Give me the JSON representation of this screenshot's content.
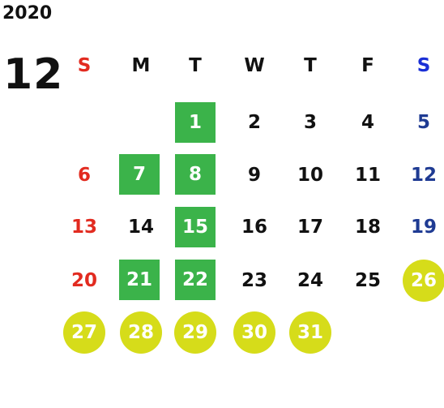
{
  "year": "2020",
  "month": "12",
  "weekdays": [
    "S",
    "M",
    "T",
    "W",
    "T",
    "F",
    "S"
  ],
  "colors": {
    "sunday": "#e22b20",
    "saturday_header": "#1a2fd6",
    "saturday_day": "#1f3b93",
    "highlight_green": "#3bb34a",
    "highlight_yellow": "#d6dc1a"
  },
  "days": {
    "d1": "1",
    "d2": "2",
    "d3": "3",
    "d4": "4",
    "d5": "5",
    "d6": "6",
    "d7": "7",
    "d8": "8",
    "d9": "9",
    "d10": "10",
    "d11": "11",
    "d12": "12",
    "d13": "13",
    "d14": "14",
    "d15": "15",
    "d16": "16",
    "d17": "17",
    "d18": "18",
    "d19": "19",
    "d20": "20",
    "d21": "21",
    "d22": "22",
    "d23": "23",
    "d24": "24",
    "d25": "25",
    "d26": "26",
    "d27": "27",
    "d28": "28",
    "d29": "29",
    "d30": "30",
    "d31": "31"
  },
  "highlighted_green_days": [
    "1",
    "7",
    "8",
    "15",
    "21",
    "22"
  ],
  "highlighted_yellow_days": [
    "26",
    "27",
    "28",
    "29",
    "30",
    "31"
  ]
}
